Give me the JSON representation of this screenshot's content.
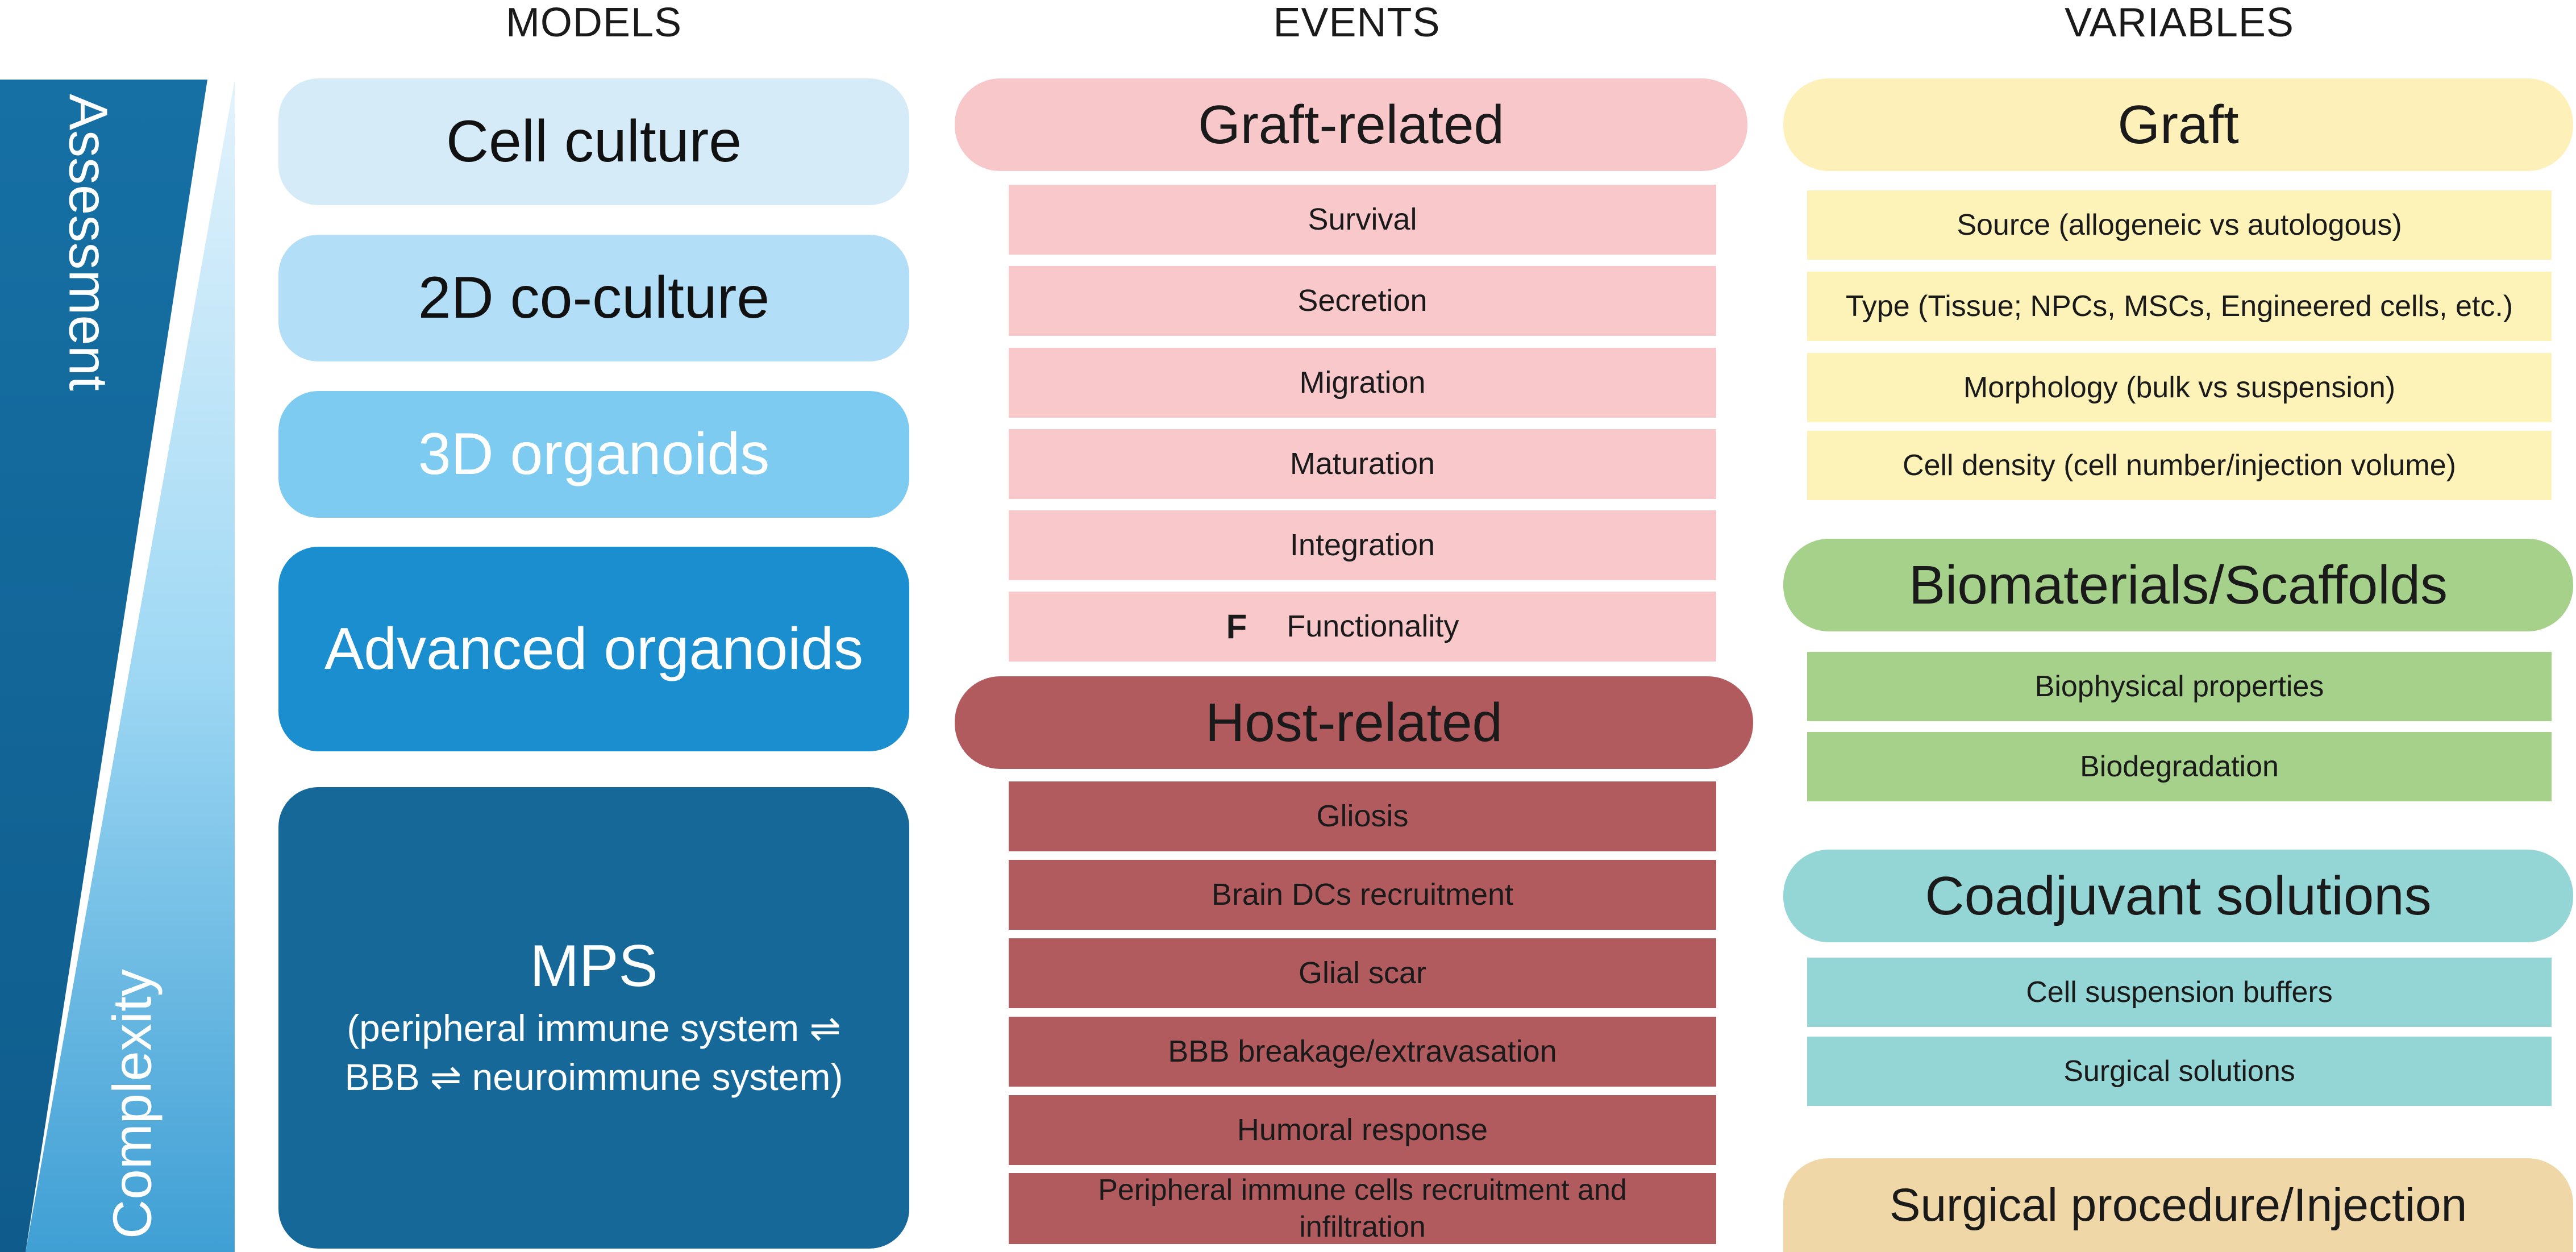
{
  "headers": {
    "models": "MODELS",
    "events": "EVENTS",
    "variables": "VARIABLES"
  },
  "axis": {
    "top_label": "Assessment",
    "bottom_label": "Complexity"
  },
  "models": [
    {
      "label": "Cell culture"
    },
    {
      "label": "2D co-culture"
    },
    {
      "label": "3D organoids"
    },
    {
      "label": "Advanced organoids"
    },
    {
      "label": "MPS",
      "sub1": "(peripheral immune system ⇌",
      "sub2": "BBB ⇌ neuroimmune system)"
    }
  ],
  "events": {
    "graft": {
      "title": "Graft-related",
      "items": [
        "Survival",
        "Secretion",
        "Migration",
        "Maturation",
        "Integration",
        "Functionality"
      ],
      "marker": "F"
    },
    "host": {
      "title": "Host-related",
      "items": [
        "Gliosis",
        "Brain DCs recruitment",
        "Glial scar",
        "BBB breakage/extravasation",
        "Humoral response",
        "Peripheral immune cells recruitment and infiltration"
      ]
    }
  },
  "variables": {
    "graft": {
      "title": "Graft",
      "items": [
        "Source (allogeneic vs autologous)",
        "Type (Tissue; NPCs, MSCs, Engineered cells, etc.)",
        "Morphology (bulk vs suspension)",
        "Cell density (cell number/injection volume)"
      ]
    },
    "biomaterials": {
      "title": "Biomaterials/Scaffolds",
      "items": [
        "Biophysical properties",
        "Biodegradation"
      ]
    },
    "coadjuvant": {
      "title": "Coadjuvant solutions",
      "items": [
        "Cell suspension buffers",
        "Surgical solutions"
      ]
    },
    "surgical": {
      "title": "Surgical procedure/Injection"
    }
  },
  "colors": {
    "model1": "#d6ebf8",
    "model2": "#b3def7",
    "model3": "#7dcbf0",
    "model4": "#1a8ece",
    "model5": "#156898",
    "graft_pill": "#f7c7ca",
    "graft_row": "#f8c8cb",
    "host_pill": "#b25b5f",
    "host_row": "#b25b5f",
    "var_graft_pill": "#fdf0b8",
    "var_graft_row": "#fdf3b9",
    "bio_pill": "#a6d18a",
    "bio_row": "#a6d18a",
    "coad_pill": "#94d5d5",
    "coad_row": "#94d5d5",
    "surg_pill": "#f0d7a7"
  }
}
